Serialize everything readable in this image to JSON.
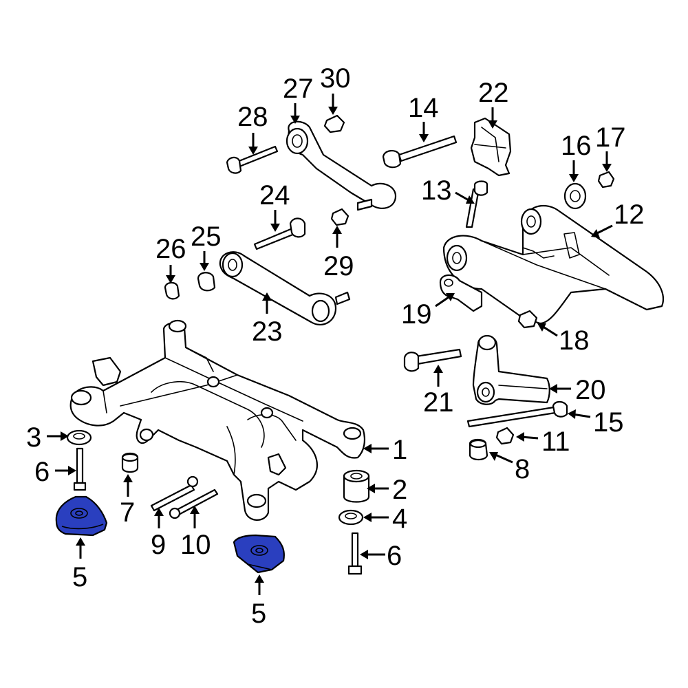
{
  "diagram": {
    "highlight_color": "#2a3fbf",
    "line_color": "#000000",
    "background": "#ffffff",
    "callouts": [
      {
        "id": "c1",
        "label": "1"
      },
      {
        "id": "c2",
        "label": "2"
      },
      {
        "id": "c3",
        "label": "3"
      },
      {
        "id": "c4",
        "label": "4"
      },
      {
        "id": "c5a",
        "label": "5"
      },
      {
        "id": "c5b",
        "label": "5"
      },
      {
        "id": "c6a",
        "label": "6"
      },
      {
        "id": "c6b",
        "label": "6"
      },
      {
        "id": "c7",
        "label": "7"
      },
      {
        "id": "c8",
        "label": "8"
      },
      {
        "id": "c9",
        "label": "9"
      },
      {
        "id": "c10",
        "label": "10"
      },
      {
        "id": "c11",
        "label": "11"
      },
      {
        "id": "c12",
        "label": "12"
      },
      {
        "id": "c13",
        "label": "13"
      },
      {
        "id": "c14",
        "label": "14"
      },
      {
        "id": "c15",
        "label": "15"
      },
      {
        "id": "c16",
        "label": "16"
      },
      {
        "id": "c17",
        "label": "17"
      },
      {
        "id": "c18",
        "label": "18"
      },
      {
        "id": "c19",
        "label": "19"
      },
      {
        "id": "c20",
        "label": "20"
      },
      {
        "id": "c21",
        "label": "21"
      },
      {
        "id": "c22",
        "label": "22"
      },
      {
        "id": "c23",
        "label": "23"
      },
      {
        "id": "c24",
        "label": "24"
      },
      {
        "id": "c25",
        "label": "25"
      },
      {
        "id": "c26",
        "label": "26"
      },
      {
        "id": "c27",
        "label": "27"
      },
      {
        "id": "c28",
        "label": "28"
      },
      {
        "id": "c29",
        "label": "29"
      },
      {
        "id": "c30",
        "label": "30"
      }
    ]
  }
}
